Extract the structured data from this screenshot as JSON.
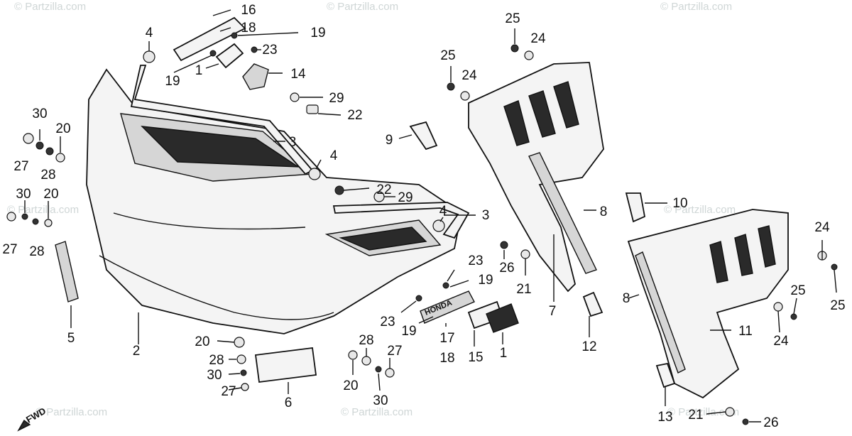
{
  "watermark": {
    "text": "© Partzilla.com",
    "color": "#cfd6d6"
  },
  "forward_indicator": {
    "label": "FWD"
  },
  "emblem_text": "HONDA",
  "callouts": [
    {
      "id": "c16",
      "label": "16"
    },
    {
      "id": "c18",
      "label": "18"
    },
    {
      "id": "c19a",
      "label": "19"
    },
    {
      "id": "c4a",
      "label": "4"
    },
    {
      "id": "c23a",
      "label": "23"
    },
    {
      "id": "c19b",
      "label": "19"
    },
    {
      "id": "c1a",
      "label": "1"
    },
    {
      "id": "c14",
      "label": "14"
    },
    {
      "id": "c29a",
      "label": "29"
    },
    {
      "id": "c22a",
      "label": "22"
    },
    {
      "id": "c3a",
      "label": "3"
    },
    {
      "id": "c4b",
      "label": "4"
    },
    {
      "id": "c9",
      "label": "9"
    },
    {
      "id": "c22b",
      "label": "22"
    },
    {
      "id": "c29b",
      "label": "29"
    },
    {
      "id": "c4c",
      "label": "4"
    },
    {
      "id": "c3b",
      "label": "3"
    },
    {
      "id": "c25a",
      "label": "25"
    },
    {
      "id": "c24a",
      "label": "24"
    },
    {
      "id": "c25b",
      "label": "25"
    },
    {
      "id": "c24b",
      "label": "24"
    },
    {
      "id": "c8a",
      "label": "8"
    },
    {
      "id": "c10",
      "label": "10"
    },
    {
      "id": "c26a",
      "label": "26"
    },
    {
      "id": "c21a",
      "label": "21"
    },
    {
      "id": "c7",
      "label": "7"
    },
    {
      "id": "c12",
      "label": "12"
    },
    {
      "id": "c8b",
      "label": "8"
    },
    {
      "id": "c11",
      "label": "11"
    },
    {
      "id": "c24c",
      "label": "24"
    },
    {
      "id": "c25c",
      "label": "25"
    },
    {
      "id": "c24d",
      "label": "24"
    },
    {
      "id": "c25d",
      "label": "25"
    },
    {
      "id": "c13",
      "label": "13"
    },
    {
      "id": "c21b",
      "label": "21"
    },
    {
      "id": "c26b",
      "label": "26"
    },
    {
      "id": "c30a",
      "label": "30"
    },
    {
      "id": "c20a",
      "label": "20"
    },
    {
      "id": "c27a",
      "label": "27"
    },
    {
      "id": "c28a",
      "label": "28"
    },
    {
      "id": "c30b",
      "label": "30"
    },
    {
      "id": "c20b",
      "label": "20"
    },
    {
      "id": "c27b",
      "label": "27"
    },
    {
      "id": "c28b",
      "label": "28"
    },
    {
      "id": "c5",
      "label": "5"
    },
    {
      "id": "c2",
      "label": "2"
    },
    {
      "id": "c20c",
      "label": "20"
    },
    {
      "id": "c28c",
      "label": "28"
    },
    {
      "id": "c30c",
      "label": "30"
    },
    {
      "id": "c27c",
      "label": "27"
    },
    {
      "id": "c6",
      "label": "6"
    },
    {
      "id": "c28d",
      "label": "28"
    },
    {
      "id": "c27d",
      "label": "27"
    },
    {
      "id": "c20d",
      "label": "20"
    },
    {
      "id": "c30d",
      "label": "30"
    },
    {
      "id": "c23b",
      "label": "23"
    },
    {
      "id": "c19c",
      "label": "19"
    },
    {
      "id": "c23c",
      "label": "23"
    },
    {
      "id": "c19d",
      "label": "19"
    },
    {
      "id": "c17",
      "label": "17"
    },
    {
      "id": "c18b",
      "label": "18"
    },
    {
      "id": "c15",
      "label": "15"
    },
    {
      "id": "c1b",
      "label": "1"
    }
  ]
}
